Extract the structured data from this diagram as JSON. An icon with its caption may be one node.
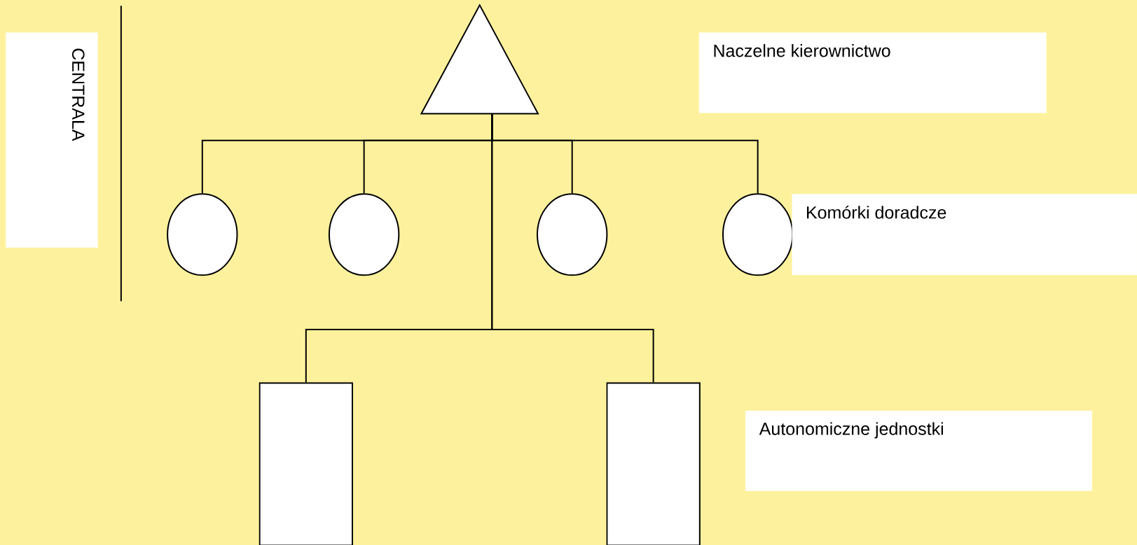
{
  "diagram": {
    "nodes": [
      {
        "text": [
          "CENTRALA"
        ]
      },
      {
        "text": [],
        "shape": "triangle"
      },
      {
        "text": [],
        "shape": "circle"
      },
      {
        "text": [],
        "shape": "circle"
      },
      {
        "text": [],
        "shape": "circle"
      },
      {
        "text": [],
        "shape": "circle"
      },
      {
        "text": [],
        "shape": "box"
      },
      {
        "text": [],
        "shape": "box"
      },
      {
        "text": [
          "Naczelne kierownictwo"
        ]
      },
      {
        "text": [
          "Komórki doradcze"
        ]
      },
      {
        "text": [
          "Autonomiczne jednostki"
        ]
      }
    ],
    "edges": [
      {
        "from": 1,
        "to": 2,
        "arrow": "none"
      },
      {
        "from": 1,
        "to": 3,
        "arrow": "none"
      },
      {
        "from": 1,
        "to": 4,
        "arrow": "none"
      },
      {
        "from": 1,
        "to": 5,
        "arrow": "none"
      },
      {
        "from": 1,
        "to": 6,
        "arrow": "none"
      },
      {
        "from": 1,
        "to": 7,
        "arrow": "none"
      }
    ]
  }
}
